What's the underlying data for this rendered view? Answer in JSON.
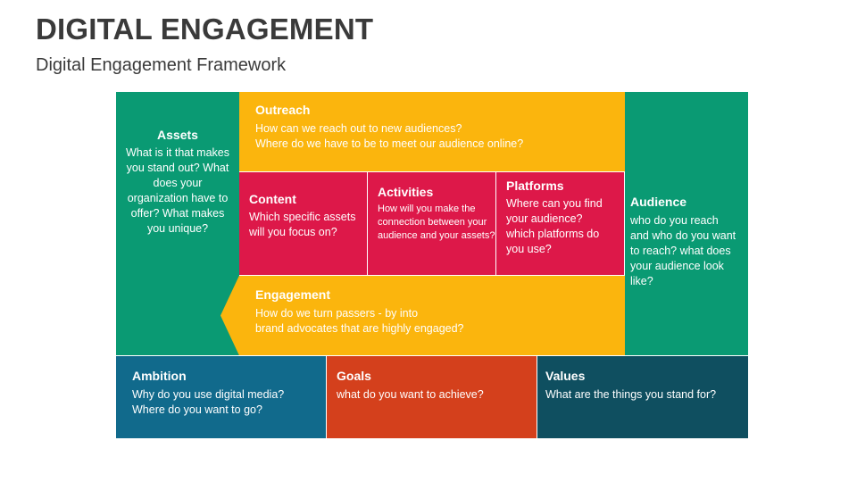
{
  "title": "DIGITAL ENGAGEMENT",
  "subtitle": "Digital Engagement Framework",
  "colors": {
    "green": "#0a9a73",
    "yellow": "#fbb50d",
    "crimson": "#dd1849",
    "teal": "#116a8c",
    "orange_red": "#d4401c",
    "dark_teal": "#0f4f60"
  },
  "assets": {
    "heading": "Assets",
    "text": "What is it that makes\nyou stand out? What\ndoes your\norganization have to\noffer? What makes\nyou unique?"
  },
  "outreach": {
    "heading": "Outreach",
    "text": "How can we reach out to new audiences?\nWhere do we have to be to meet our audience online?"
  },
  "content": {
    "heading": "Content",
    "text": "Which specific assets\nwill you focus on?"
  },
  "activities": {
    "heading": "Activities",
    "text": "How will you make the\nconnection between your\naudience and your assets?"
  },
  "platforms": {
    "heading": "Platforms",
    "text": "Where can you find\nyour audience?\nwhich platforms do\nyou use?"
  },
  "audience": {
    "heading": "Audience",
    "text": "who do you reach\nand who do you want\nto reach? what does\nyour audience look\nlike?"
  },
  "engagement": {
    "heading": "Engagement",
    "text": "How do we turn passers - by into\nbrand advocates that are highly engaged?"
  },
  "ambition": {
    "heading": "Ambition",
    "text": "Why do you use digital media?\nWhere do you want to go?"
  },
  "goals": {
    "heading": "Goals",
    "text": "what do you want to achieve?"
  },
  "values": {
    "heading": "Values",
    "text": "What are the things you stand for?"
  }
}
